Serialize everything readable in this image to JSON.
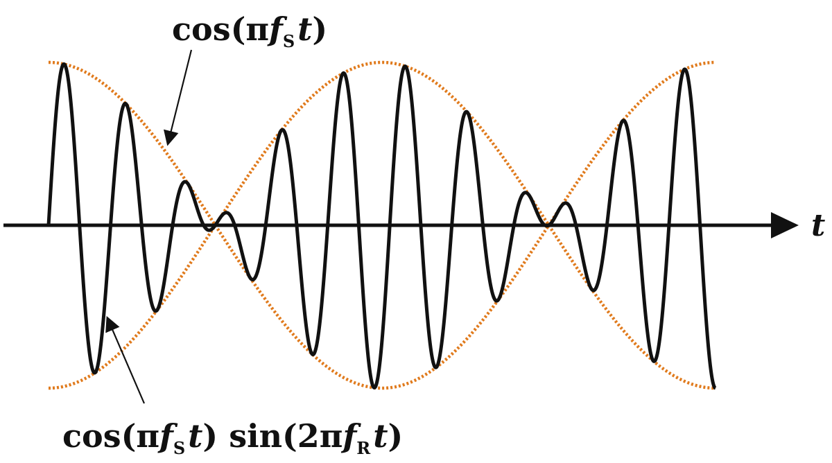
{
  "labels": {
    "envelope": {
      "prefix": "cos(π",
      "f": "f",
      "sub": "S",
      "t": "t",
      "suffix": ")"
    },
    "product": {
      "cos_prefix": "cos(π",
      "f1": "f",
      "sub1": "S",
      "t1": "t",
      "mid": ") sin(2π",
      "f2": "f",
      "sub2": "R",
      "t2": "t",
      "suffix": ")"
    },
    "axis": "t"
  },
  "colors": {
    "signal": "#111111",
    "envelope": "#e07a1c",
    "axis": "#111111"
  },
  "signal_model": {
    "envelope_cycles_shown": 1.0,
    "carrier_to_envelope_ratio": 10.75,
    "amplitude_peak": 1.0
  }
}
